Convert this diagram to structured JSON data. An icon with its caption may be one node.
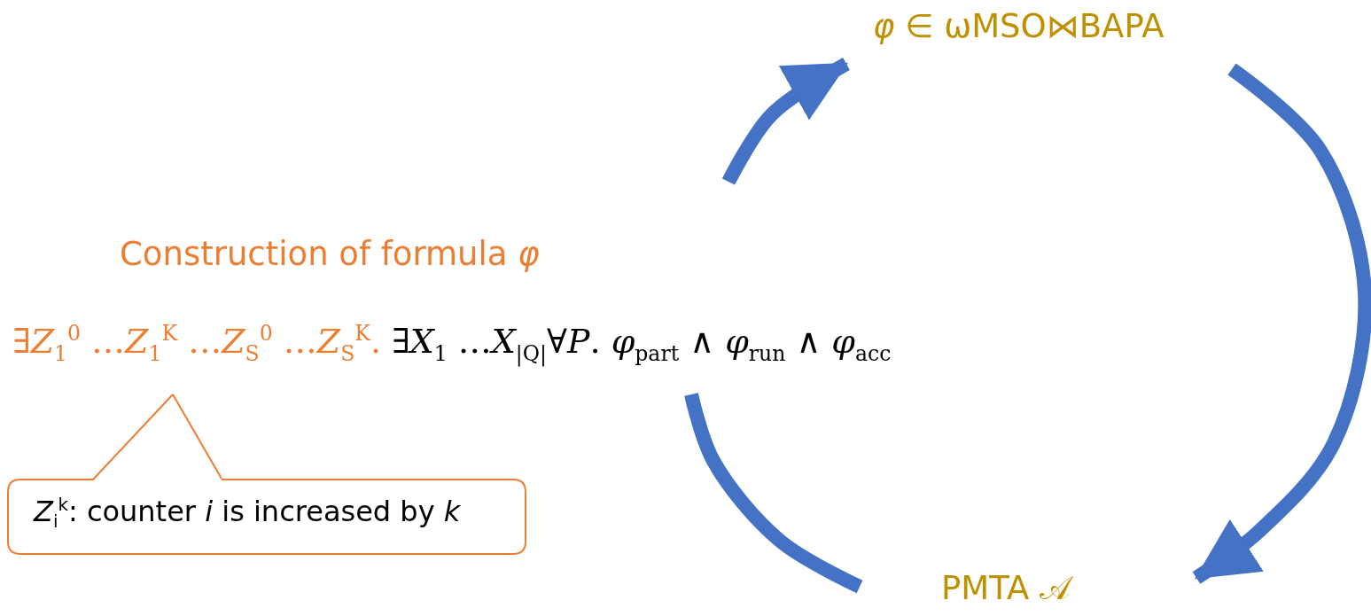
{
  "diagram": {
    "nodes": [
      {
        "text": [
          "*φ* ∈ ωMSO⋈BAPA"
        ]
      },
      {
        "text": [
          "PMTA 𝒜"
        ]
      },
      {
        "text": [
          "Construction of formula *φ*",
          "∃*Z*$_{1}$$^{0}$ …*Z*$_{1}$$^{K}$ …*Z*$_{S}$$^{0}$ …*Z*$_{S}$$^{K}$.",
          "∃*X*$_{1}$ …*X*$_{|Q|}$∀*P*. *φ*$_{part}$ ∧ *φ*$_{run}$ ∧ *φ*$_{acc}$"
        ]
      },
      {
        "text": [
          "*Z*$_{i}$$^{k}$: counter *i* is increased by *k*"
        ]
      }
    ],
    "edges": [
      {
        "from": 0,
        "to": 1,
        "arrow": "to"
      },
      {
        "from": 1,
        "to": 2,
        "arrow": "none"
      },
      {
        "from": 2,
        "to": 0,
        "arrow": "to"
      },
      {
        "from": 3,
        "to": 2,
        "arrow": "none",
        "color": "#ed7d31"
      }
    ]
  }
}
